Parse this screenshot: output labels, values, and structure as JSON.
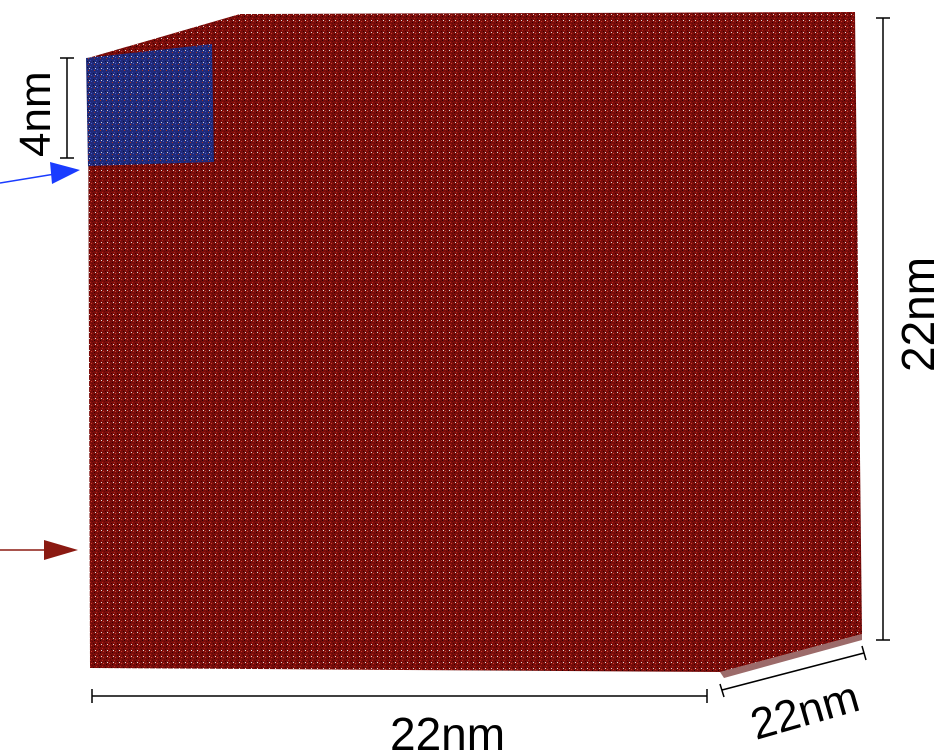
{
  "figure": {
    "labels": {
      "blue_region_height": "4nm",
      "box_height": "22nm",
      "box_width": "22nm",
      "box_depth": "22nm"
    },
    "colors": {
      "bulk": "#7a0c0a",
      "bulk_dark": "#4a0504",
      "bulk_light": "#a8231c",
      "blue_region": "#1f2a7a",
      "blue_arrow": "#1a3cff",
      "red_arrow": "#8b1a12",
      "dimension_line": "#000000"
    }
  }
}
